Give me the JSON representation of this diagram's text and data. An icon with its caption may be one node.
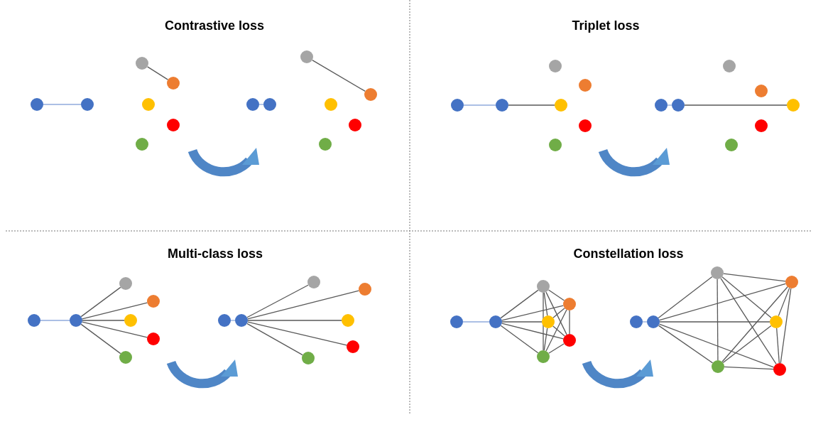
{
  "diagram": {
    "nodes": [
      {
        "text": [],
        "shape": "circle"
      },
      {
        "text": [],
        "shape": "circle"
      },
      {
        "text": [],
        "shape": "circle"
      },
      {
        "text": [],
        "shape": "circle"
      },
      {
        "text": [],
        "shape": "circle"
      },
      {
        "text": [],
        "shape": "circle"
      },
      {
        "text": [],
        "shape": "circle"
      },
      {
        "text": [],
        "shape": "circle"
      },
      {
        "text": [],
        "shape": "circle"
      },
      {
        "text": [],
        "shape": "circle"
      },
      {
        "text": [],
        "shape": "circle"
      },
      {
        "text": [],
        "shape": "circle"
      },
      {
        "text": [],
        "shape": "circle"
      },
      {
        "text": [],
        "shape": "circle"
      },
      {
        "text": [],
        "shape": "circle"
      },
      {
        "text": [],
        "shape": "circle"
      },
      {
        "text": [],
        "shape": "circle"
      },
      {
        "text": [],
        "shape": "circle"
      },
      {
        "text": [],
        "shape": "circle"
      },
      {
        "text": [],
        "shape": "circle"
      },
      {
        "text": [],
        "shape": "circle"
      },
      {
        "text": [],
        "shape": "circle"
      },
      {
        "text": [],
        "shape": "circle"
      },
      {
        "text": [],
        "shape": "circle"
      },
      {
        "text": [],
        "shape": "circle"
      },
      {
        "text": [],
        "shape": "circle"
      },
      {
        "text": [],
        "shape": "circle"
      },
      {
        "text": [],
        "shape": "circle"
      },
      {
        "text": [],
        "shape": "circle"
      },
      {
        "text": [],
        "shape": "circle"
      },
      {
        "text": [],
        "shape": "circle"
      },
      {
        "text": [],
        "shape": "circle"
      },
      {
        "text": [],
        "shape": "circle"
      },
      {
        "text": [],
        "shape": "circle"
      },
      {
        "text": [],
        "shape": "circle"
      },
      {
        "text": [],
        "shape": "circle"
      },
      {
        "text": [],
        "shape": "circle"
      },
      {
        "text": [],
        "shape": "circle"
      },
      {
        "text": [],
        "shape": "circle"
      },
      {
        "text": [],
        "shape": "circle"
      },
      {
        "text": [],
        "shape": "circle"
      },
      {
        "text": [],
        "shape": "circle"
      },
      {
        "text": [],
        "shape": "circle"
      },
      {
        "text": [],
        "shape": "circle"
      },
      {
        "text": [],
        "shape": "circle"
      },
      {
        "text": [],
        "shape": "circle"
      },
      {
        "text": [],
        "shape": "circle"
      },
      {
        "text": [],
        "shape": "circle"
      },
      {
        "text": [],
        "shape": "circle"
      },
      {
        "text": [],
        "shape": "circle"
      },
      {
        "text": [],
        "shape": "circle"
      },
      {
        "text": [],
        "shape": "circle"
      },
      {
        "text": [],
        "shape": "circle"
      },
      {
        "text": [],
        "shape": "circle"
      },
      {
        "text": [],
        "shape": "circle"
      },
      {
        "text": [],
        "shape": "circle"
      }
    ],
    "edges": [
      {
        "from": 0,
        "to": 1,
        "arrow": "none",
        "color": "#8faadc"
      },
      {
        "from": 2,
        "to": 3,
        "arrow": "none"
      },
      {
        "from": 7,
        "to": 8,
        "arrow": "none",
        "color": "#8faadc"
      },
      {
        "from": 9,
        "to": 10,
        "arrow": "none"
      },
      {
        "from": 14,
        "to": 15,
        "arrow": "none",
        "color": "#8faadc"
      },
      {
        "from": 15,
        "to": 18,
        "arrow": "none"
      },
      {
        "from": 21,
        "to": 22,
        "arrow": "none",
        "color": "#8faadc"
      },
      {
        "from": 22,
        "to": 25,
        "arrow": "none"
      },
      {
        "from": 28,
        "to": 29,
        "arrow": "none",
        "color": "#8faadc"
      },
      {
        "from": 29,
        "to": 30,
        "arrow": "none"
      },
      {
        "from": 29,
        "to": 31,
        "arrow": "none"
      },
      {
        "from": 29,
        "to": 32,
        "arrow": "none"
      },
      {
        "from": 29,
        "to": 33,
        "arrow": "none"
      },
      {
        "from": 29,
        "to": 34,
        "arrow": "none"
      },
      {
        "from": 35,
        "to": 36,
        "arrow": "none",
        "color": "#8faadc"
      },
      {
        "from": 36,
        "to": 37,
        "arrow": "none"
      },
      {
        "from": 36,
        "to": 38,
        "arrow": "none"
      },
      {
        "from": 36,
        "to": 39,
        "arrow": "none"
      },
      {
        "from": 36,
        "to": 40,
        "arrow": "none"
      },
      {
        "from": 36,
        "to": 41,
        "arrow": "none"
      },
      {
        "from": 42,
        "to": 43,
        "arrow": "none",
        "color": "#8faadc"
      },
      {
        "from": 43,
        "to": 44,
        "arrow": "none"
      },
      {
        "from": 43,
        "to": 45,
        "arrow": "none"
      },
      {
        "from": 43,
        "to": 46,
        "arrow": "none"
      },
      {
        "from": 43,
        "to": 47,
        "arrow": "none"
      },
      {
        "from": 43,
        "to": 48,
        "arrow": "none"
      },
      {
        "from": 44,
        "to": 45,
        "arrow": "none"
      },
      {
        "from": 44,
        "to": 46,
        "arrow": "none"
      },
      {
        "from": 44,
        "to": 47,
        "arrow": "none"
      },
      {
        "from": 44,
        "to": 48,
        "arrow": "none"
      },
      {
        "from": 45,
        "to": 46,
        "arrow": "none"
      },
      {
        "from": 45,
        "to": 47,
        "arrow": "none"
      },
      {
        "from": 45,
        "to": 48,
        "arrow": "none"
      },
      {
        "from": 46,
        "to": 47,
        "arrow": "none"
      },
      {
        "from": 46,
        "to": 48,
        "arrow": "none"
      },
      {
        "from": 47,
        "to": 48,
        "arrow": "none"
      },
      {
        "from": 49,
        "to": 50,
        "arrow": "none",
        "color": "#8faadc"
      },
      {
        "from": 50,
        "to": 51,
        "arrow": "none"
      },
      {
        "from": 50,
        "to": 52,
        "arrow": "none"
      },
      {
        "from": 50,
        "to": 53,
        "arrow": "none"
      },
      {
        "from": 50,
        "to": 54,
        "arrow": "none"
      },
      {
        "from": 50,
        "to": 55,
        "arrow": "none"
      },
      {
        "from": 51,
        "to": 52,
        "arrow": "none"
      },
      {
        "from": 51,
        "to": 53,
        "arrow": "none"
      },
      {
        "from": 51,
        "to": 54,
        "arrow": "none"
      },
      {
        "from": 51,
        "to": 55,
        "arrow": "none"
      },
      {
        "from": 52,
        "to": 53,
        "arrow": "none"
      },
      {
        "from": 52,
        "to": 54,
        "arrow": "none"
      },
      {
        "from": 52,
        "to": 55,
        "arrow": "none"
      },
      {
        "from": 53,
        "to": 54,
        "arrow": "none"
      },
      {
        "from": 53,
        "to": 55,
        "arrow": "none"
      },
      {
        "from": 54,
        "to": 55,
        "arrow": "none"
      }
    ],
    "labels": [
      "Contrastive loss",
      "Triplet loss",
      "Multi-class loss",
      "Constellation loss"
    ]
  }
}
